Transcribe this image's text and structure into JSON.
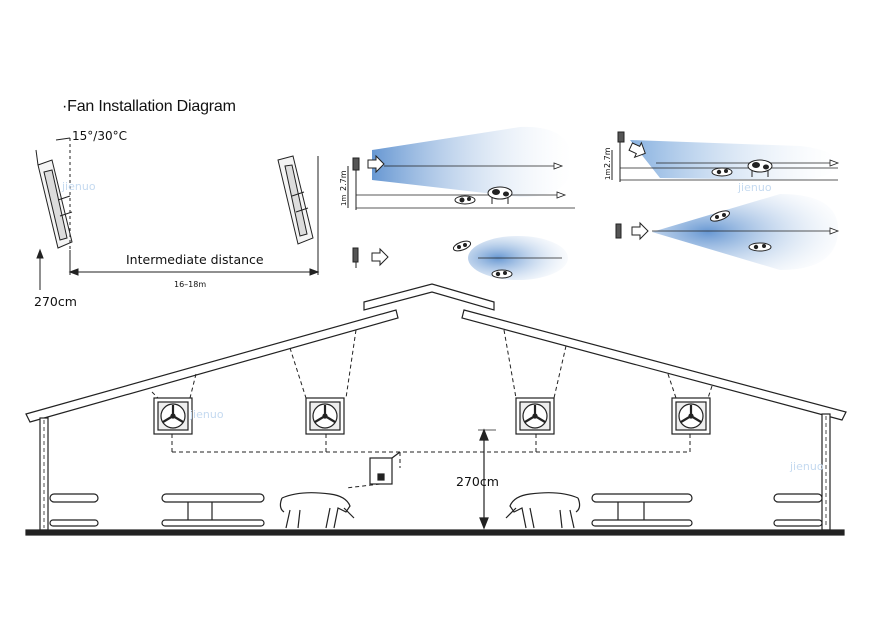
{
  "title": "·Fan Installation Diagram",
  "labels": {
    "tilt_angle": "15°/30°C",
    "intermediate_distance": "Intermediate distance",
    "span_range": "16–18m",
    "height_top": "270cm",
    "height_barn": "270cm",
    "mount_height_a": "2.7m",
    "mount_height_b": "1m",
    "mount_height_c": "2.7m",
    "mount_height_d": "1m"
  },
  "watermarks": [
    "jienuo",
    "jienuo",
    "jienuo",
    "jienuo"
  ],
  "colors": {
    "airflow": "#6f9fd6",
    "airflow_fade": "#ffffff",
    "line": "#222222",
    "watermark": "#b9d3ee"
  }
}
